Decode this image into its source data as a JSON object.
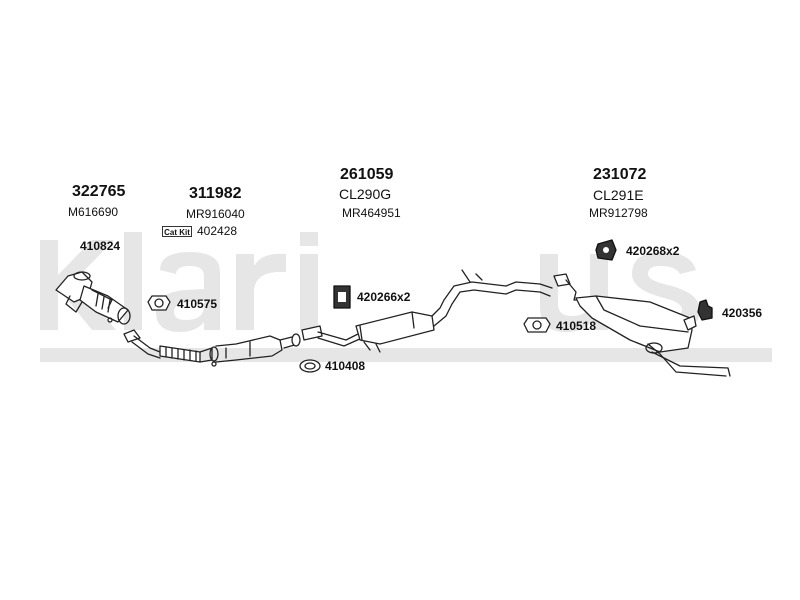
{
  "watermark": {
    "brand": "Klarius"
  },
  "catalytic_converter": {
    "number": "322765",
    "oe": "M616690"
  },
  "front_pipe": {
    "number": "311982",
    "oe": "MR916040",
    "cat_kit_label": "Cat Kit",
    "cat_kit_number": "402428"
  },
  "centre_silencer": {
    "number": "261059",
    "ref": "CL290G",
    "oe": "MR464951"
  },
  "rear_silencer": {
    "number": "231072",
    "ref": "CL291E",
    "oe": "MR912798"
  },
  "parts": {
    "gasket_manifold": "410824",
    "gasket_flange": "410575",
    "gasket_ring": "410408",
    "rubber_mount_centre": "420266x2",
    "rubber_mount_rear": "420268x2",
    "gasket_rear": "410518",
    "mount_rear": "420356"
  }
}
